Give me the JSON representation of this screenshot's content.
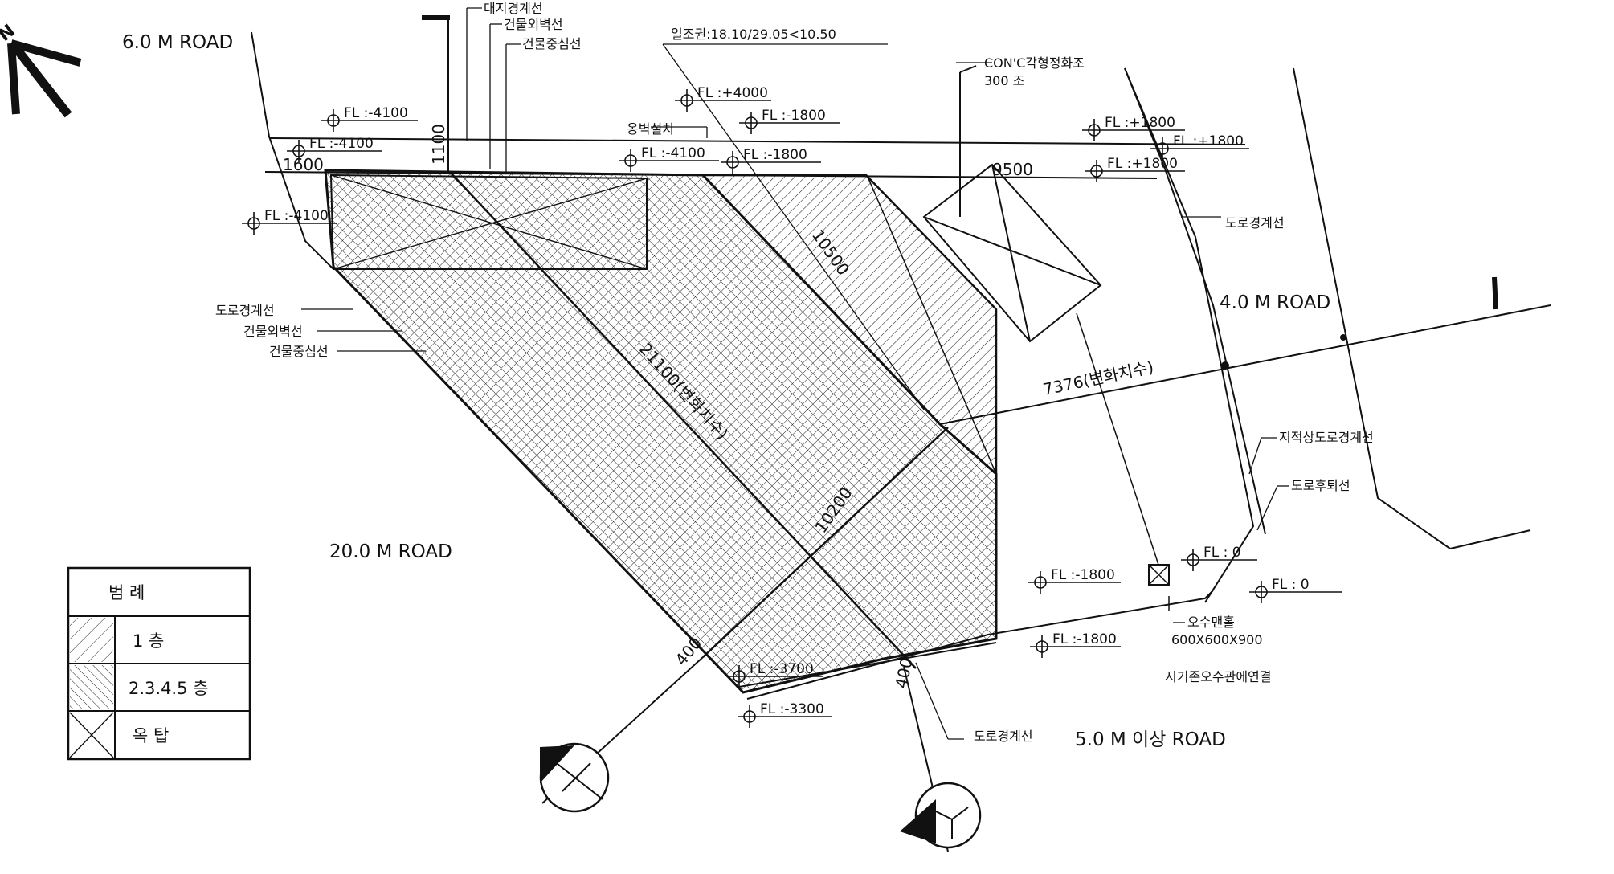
{
  "roads": {
    "road_6m": "6.0 M ROAD",
    "road_4m": "4.0 M ROAD",
    "road_20m": "20.0 M ROAD",
    "road_5m": "5.0 M 이상 ROAD"
  },
  "north_label": "N",
  "top_labels": {
    "site_boundary": "대지경계선",
    "outer_wall": "건물외벽선",
    "center_line": "건물중심선",
    "sunlight": "일조권:18.10/29.05<10.50",
    "retaining_wall": "옹벽설치",
    "conc_tank_1": "CON'C각형정화조",
    "conc_tank_2": "300 조"
  },
  "left_labels": {
    "road_boundary": "도로경계선",
    "outer_wall": "건물외벽선",
    "center_line": "건물중심선"
  },
  "right_labels": {
    "road_boundary": "도로경계선",
    "cadastral_road_line": "지적상도로경계선",
    "road_setback_line": "도로후퇴선",
    "manhole": "오수맨홀",
    "manhole_size": "600X600X900",
    "connect": "시기존오수관에연결"
  },
  "bottom_labels": {
    "road_boundary": "도로경계선"
  },
  "fl_marks": [
    {
      "id": "fl-a",
      "text": "FL :-4100"
    },
    {
      "id": "fl-b",
      "text": "FL :-4100"
    },
    {
      "id": "fl-c",
      "text": "FL :-4100"
    },
    {
      "id": "fl-d",
      "text": "FL :+4000"
    },
    {
      "id": "fl-e",
      "text": "FL :-1800"
    },
    {
      "id": "fl-f",
      "text": "FL :-4100"
    },
    {
      "id": "fl-g",
      "text": "FL :-1800"
    },
    {
      "id": "fl-h",
      "text": "FL :+1800"
    },
    {
      "id": "fl-i",
      "text": "FL :+1800"
    },
    {
      "id": "fl-j",
      "text": "FL :+1800"
    },
    {
      "id": "fl-k",
      "text": "FL : 0"
    },
    {
      "id": "fl-l",
      "text": "FL : 0"
    },
    {
      "id": "fl-m",
      "text": "FL :-1800"
    },
    {
      "id": "fl-n",
      "text": "FL :-1800"
    },
    {
      "id": "fl-o",
      "text": "FL :-3700"
    },
    {
      "id": "fl-p",
      "text": "FL :-3300"
    }
  ],
  "dimensions": {
    "d1600": "1600",
    "d1100": "1100",
    "d9500": "9500",
    "d10500": "10500",
    "d21100": "21100(변화치수)",
    "d10200": "10200",
    "d7376": "7376(변화치수)",
    "d400a": "400",
    "d400b": "400"
  },
  "legend": {
    "title": "범          례",
    "rows": [
      "1    층",
      "2.3.4.5 층",
      "옥    탑"
    ]
  }
}
